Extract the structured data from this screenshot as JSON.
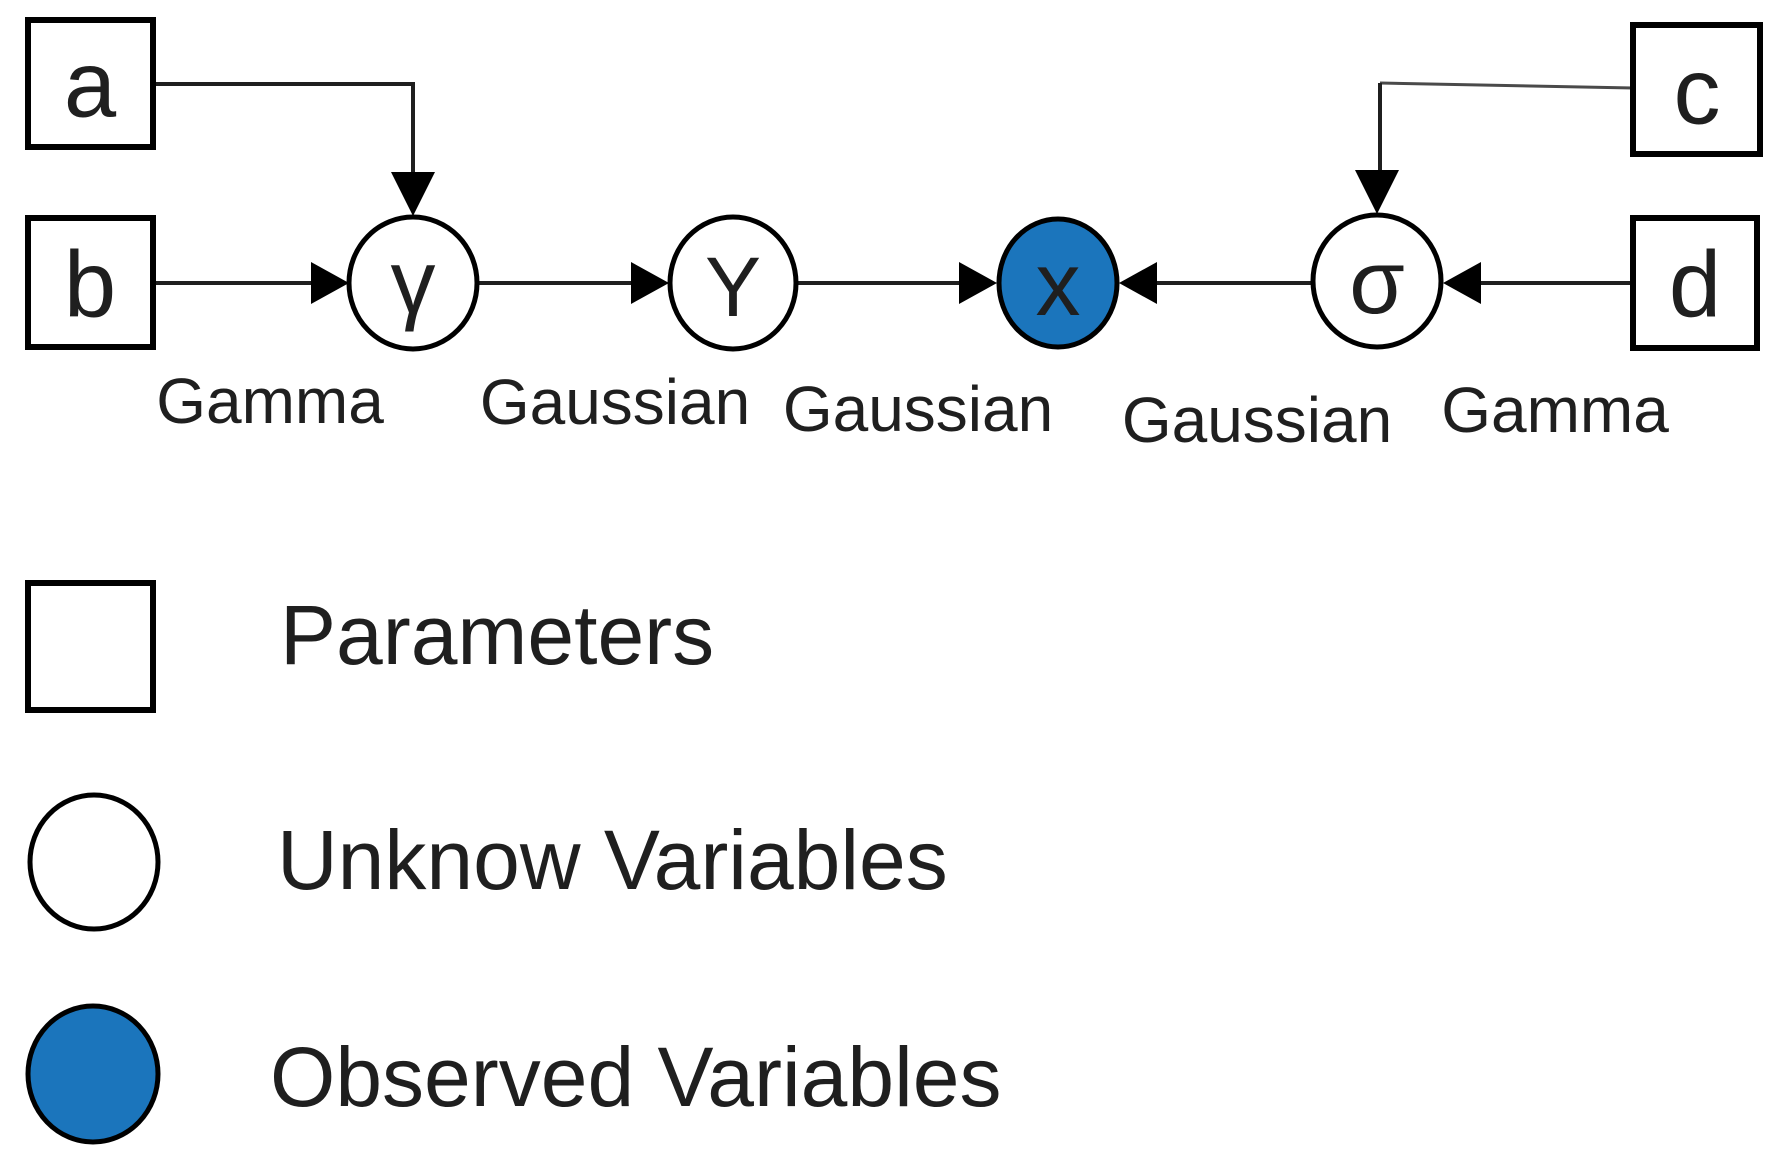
{
  "figure": {
    "nodes": {
      "a": "a",
      "b": "b",
      "c": "c",
      "d": "d",
      "gamma": "γ",
      "Y": "Y",
      "x": "x",
      "sigma": "σ"
    },
    "edges": [
      "a→γ",
      "b→γ",
      "γ→Y",
      "Y→x",
      "c→σ",
      "d→σ",
      "σ→x"
    ],
    "edge_labels": [
      "Gamma",
      "Gaussian",
      "Gaussian",
      "Gaussian",
      "Gamma"
    ]
  },
  "legend": {
    "items": [
      {
        "symbol": "square",
        "label": "Parameters"
      },
      {
        "symbol": "white-circle",
        "label": "Unknow Variables"
      },
      {
        "symbol": "blue-circle",
        "label": "Observed Variables"
      }
    ]
  },
  "colors": {
    "observed_fill": "#1b75bc",
    "stroke": "#000000",
    "text": "#1f1f1f"
  }
}
